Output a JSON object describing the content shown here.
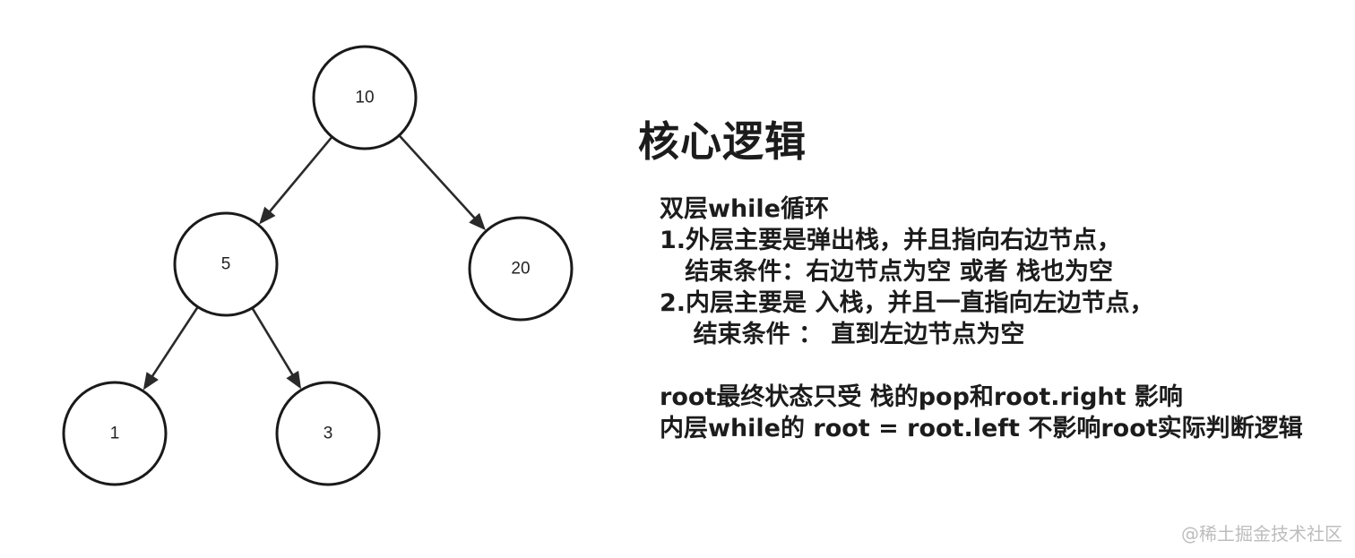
{
  "tree": {
    "nodes": [
      {
        "id": "n10",
        "label": "10"
      },
      {
        "id": "n5",
        "label": "5"
      },
      {
        "id": "n20",
        "label": "20"
      },
      {
        "id": "n1",
        "label": "1"
      },
      {
        "id": "n3",
        "label": "3"
      }
    ],
    "edges": [
      {
        "from": "n10",
        "to": "n5"
      },
      {
        "from": "n10",
        "to": "n20"
      },
      {
        "from": "n5",
        "to": "n1"
      },
      {
        "from": "n5",
        "to": "n3"
      }
    ]
  },
  "heading": "核心逻辑",
  "notes": {
    "lines": [
      "双层while循环",
      "1.外层主要是弹出栈，并且指向右边节点，",
      "   结束条件：右边节点为空 或者 栈也为空",
      "2.内层主要是 入栈，并且一直指向左边节点，",
      "    结束条件 ： 直到左边节点为空",
      "root最终状态只受 栈的pop和root.right 影响",
      "内层while的 root = root.left 不影响root实际判断逻辑"
    ]
  },
  "watermark": "@稀土掘金技术社区"
}
